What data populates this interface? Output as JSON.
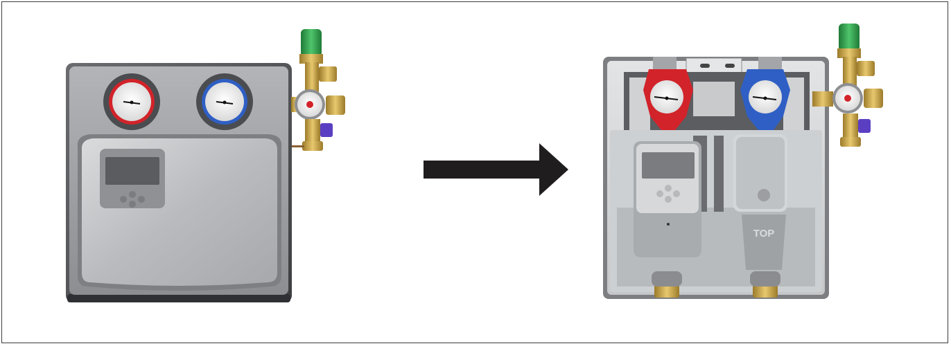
{
  "illustration": {
    "left_unit": {
      "name": "closed-solar-station"
    },
    "arrow": {
      "direction": "right"
    },
    "right_unit": {
      "name": "open-solar-station",
      "pump_label": "TOP"
    }
  },
  "colors": {
    "housing_dark": "#4a4c4f",
    "housing_face": "#9a9c9f",
    "cover_light": "#c8cacc",
    "hot_gauge": "#d2232a",
    "cold_gauge": "#2f5fc4",
    "brass": "#c9a34a",
    "valve_green": "#2e9a48",
    "valve_purple": "#5b3fc2",
    "arrow": "#1f1d1e",
    "insulation": "#d5d7d9",
    "frame": "#3a3a3a"
  }
}
